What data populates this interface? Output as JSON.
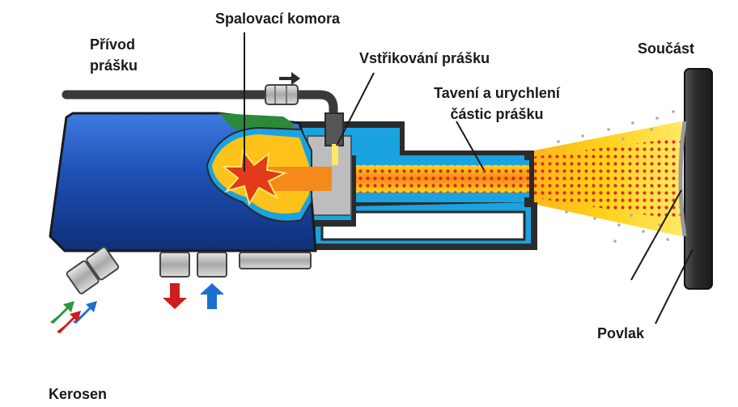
{
  "labels": {
    "combustion_chamber": "Spalovací komora",
    "powder_feed_line1": "Přívod",
    "powder_feed_line2": "prášku",
    "powder_injection": "Vstřikování prášku",
    "melting_line1": "Tavení a urychlení",
    "melting_line2": "částic prášku",
    "component": "Součást",
    "coating": "Povlak",
    "kerosene": "Kerosen"
  },
  "colors": {
    "gun_body_blue": "#1e4fb4",
    "coolant_light_blue": "#1aa3e0",
    "outline": "#2b2b2b",
    "flame_yellow": "#ffd21a",
    "flame_orange": "#f58a1a",
    "flame_red": "#d8261c",
    "green_accent": "#2a8a3a",
    "hot_arrow_red": "#d01c1c",
    "cold_arrow_blue": "#1c6fd0"
  },
  "icons": [
    "flow-direction-arrow-icon",
    "coolant-out-arrow-icon",
    "coolant-in-arrow-icon",
    "fuel-inlet-arrow-icon",
    "oxygen-inlet-arrow-icon"
  ]
}
